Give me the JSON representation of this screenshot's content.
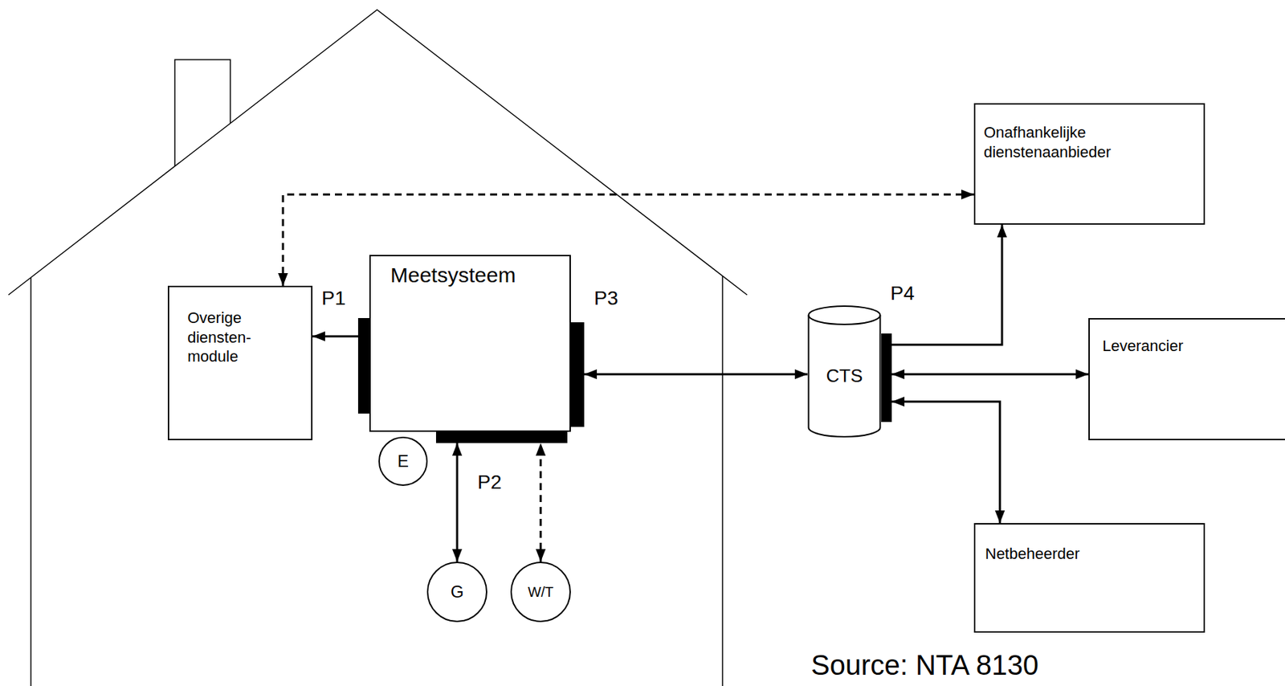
{
  "diagram": {
    "nodes": [
      {
        "text": [
          "Onafhankelijke dienstenaanbieder"
        ]
      },
      {
        "text": [
          "Overige diensten- module"
        ]
      },
      {
        "text": [
          "Meetsysteem"
        ]
      },
      {
        "text": [
          "CTS"
        ]
      },
      {
        "text": [
          "Leverancier"
        ]
      },
      {
        "text": [
          "E"
        ]
      },
      {
        "text": [
          "Netbeheerder"
        ]
      },
      {
        "text": [
          "G"
        ]
      },
      {
        "text": [
          "W/T"
        ]
      }
    ],
    "edges": [
      {
        "from": 1,
        "to": 0,
        "arrow": "both"
      },
      {
        "from": 2,
        "to": 1,
        "arrow": "to"
      },
      {
        "from": 2,
        "to": 3,
        "arrow": "both"
      },
      {
        "from": 7,
        "to": 2,
        "arrow": "both"
      },
      {
        "from": 8,
        "to": 2,
        "arrow": "both"
      },
      {
        "from": 3,
        "to": 0,
        "arrow": "to"
      },
      {
        "from": 3,
        "to": 4,
        "arrow": "both"
      },
      {
        "from": 3,
        "to": 6,
        "arrow": "both"
      }
    ],
    "labels": [
      "P1",
      "P3",
      "P4",
      "P2",
      "Source: NTA 8130"
    ]
  }
}
